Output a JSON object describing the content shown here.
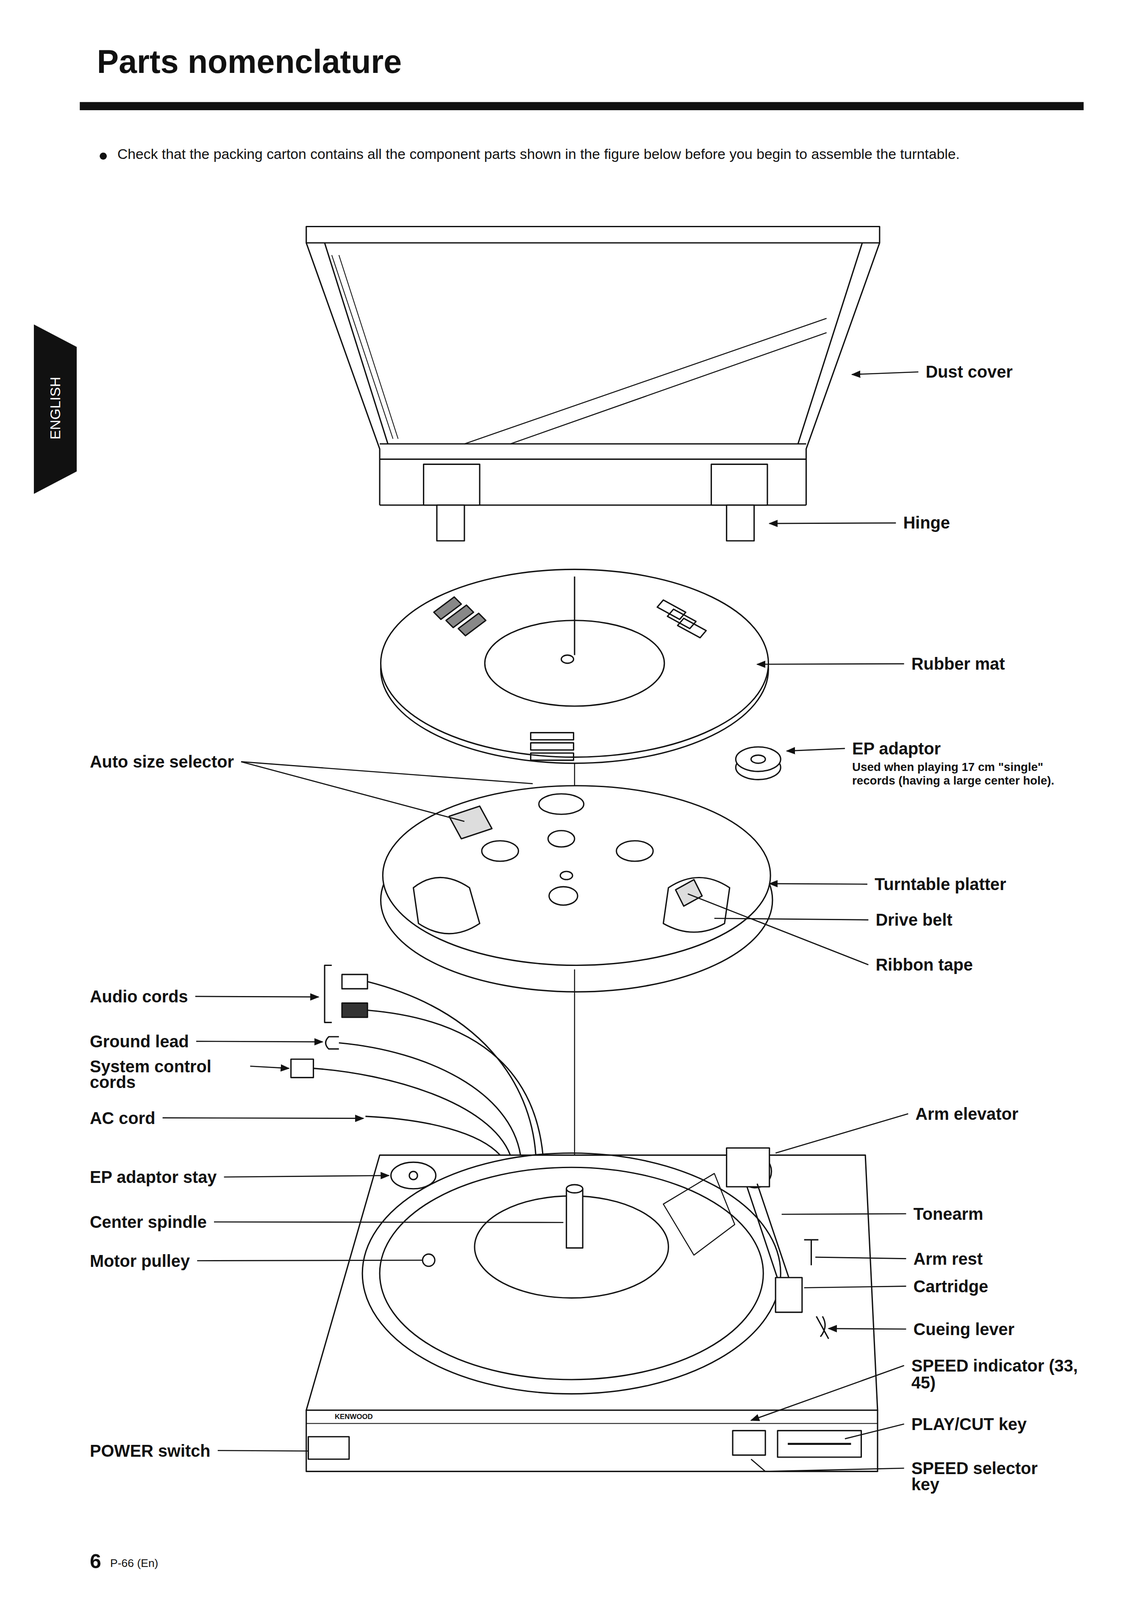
{
  "diagram": {
    "title": "Parts nomenclature",
    "labels": [
      "Check that the packing carton contains all the component parts shown in the figure below before you begin to assemble the turntable.",
      "ENGLISH",
      "Dust cover",
      "Hinge",
      "Rubber mat",
      "EP adaptor",
      "Used when playing 17 cm \"single\" records (having a large center hole).",
      "Auto size selector",
      "Turntable platter",
      "Drive belt",
      "Ribbon tape",
      "Audio cords",
      "Ground lead",
      "System control cords",
      "AC cord",
      "Arm elevator",
      "EP adaptor stay",
      "Tonearm",
      "Center spindle",
      "Arm rest",
      "Motor pulley",
      "Cartridge",
      "Cueing lever",
      "SPEED indicator (33, 45)",
      "KENWOOD",
      "PLAY/CUT key",
      "POWER switch",
      "SPEED selector key",
      "6",
      "P-66 (En)"
    ]
  }
}
